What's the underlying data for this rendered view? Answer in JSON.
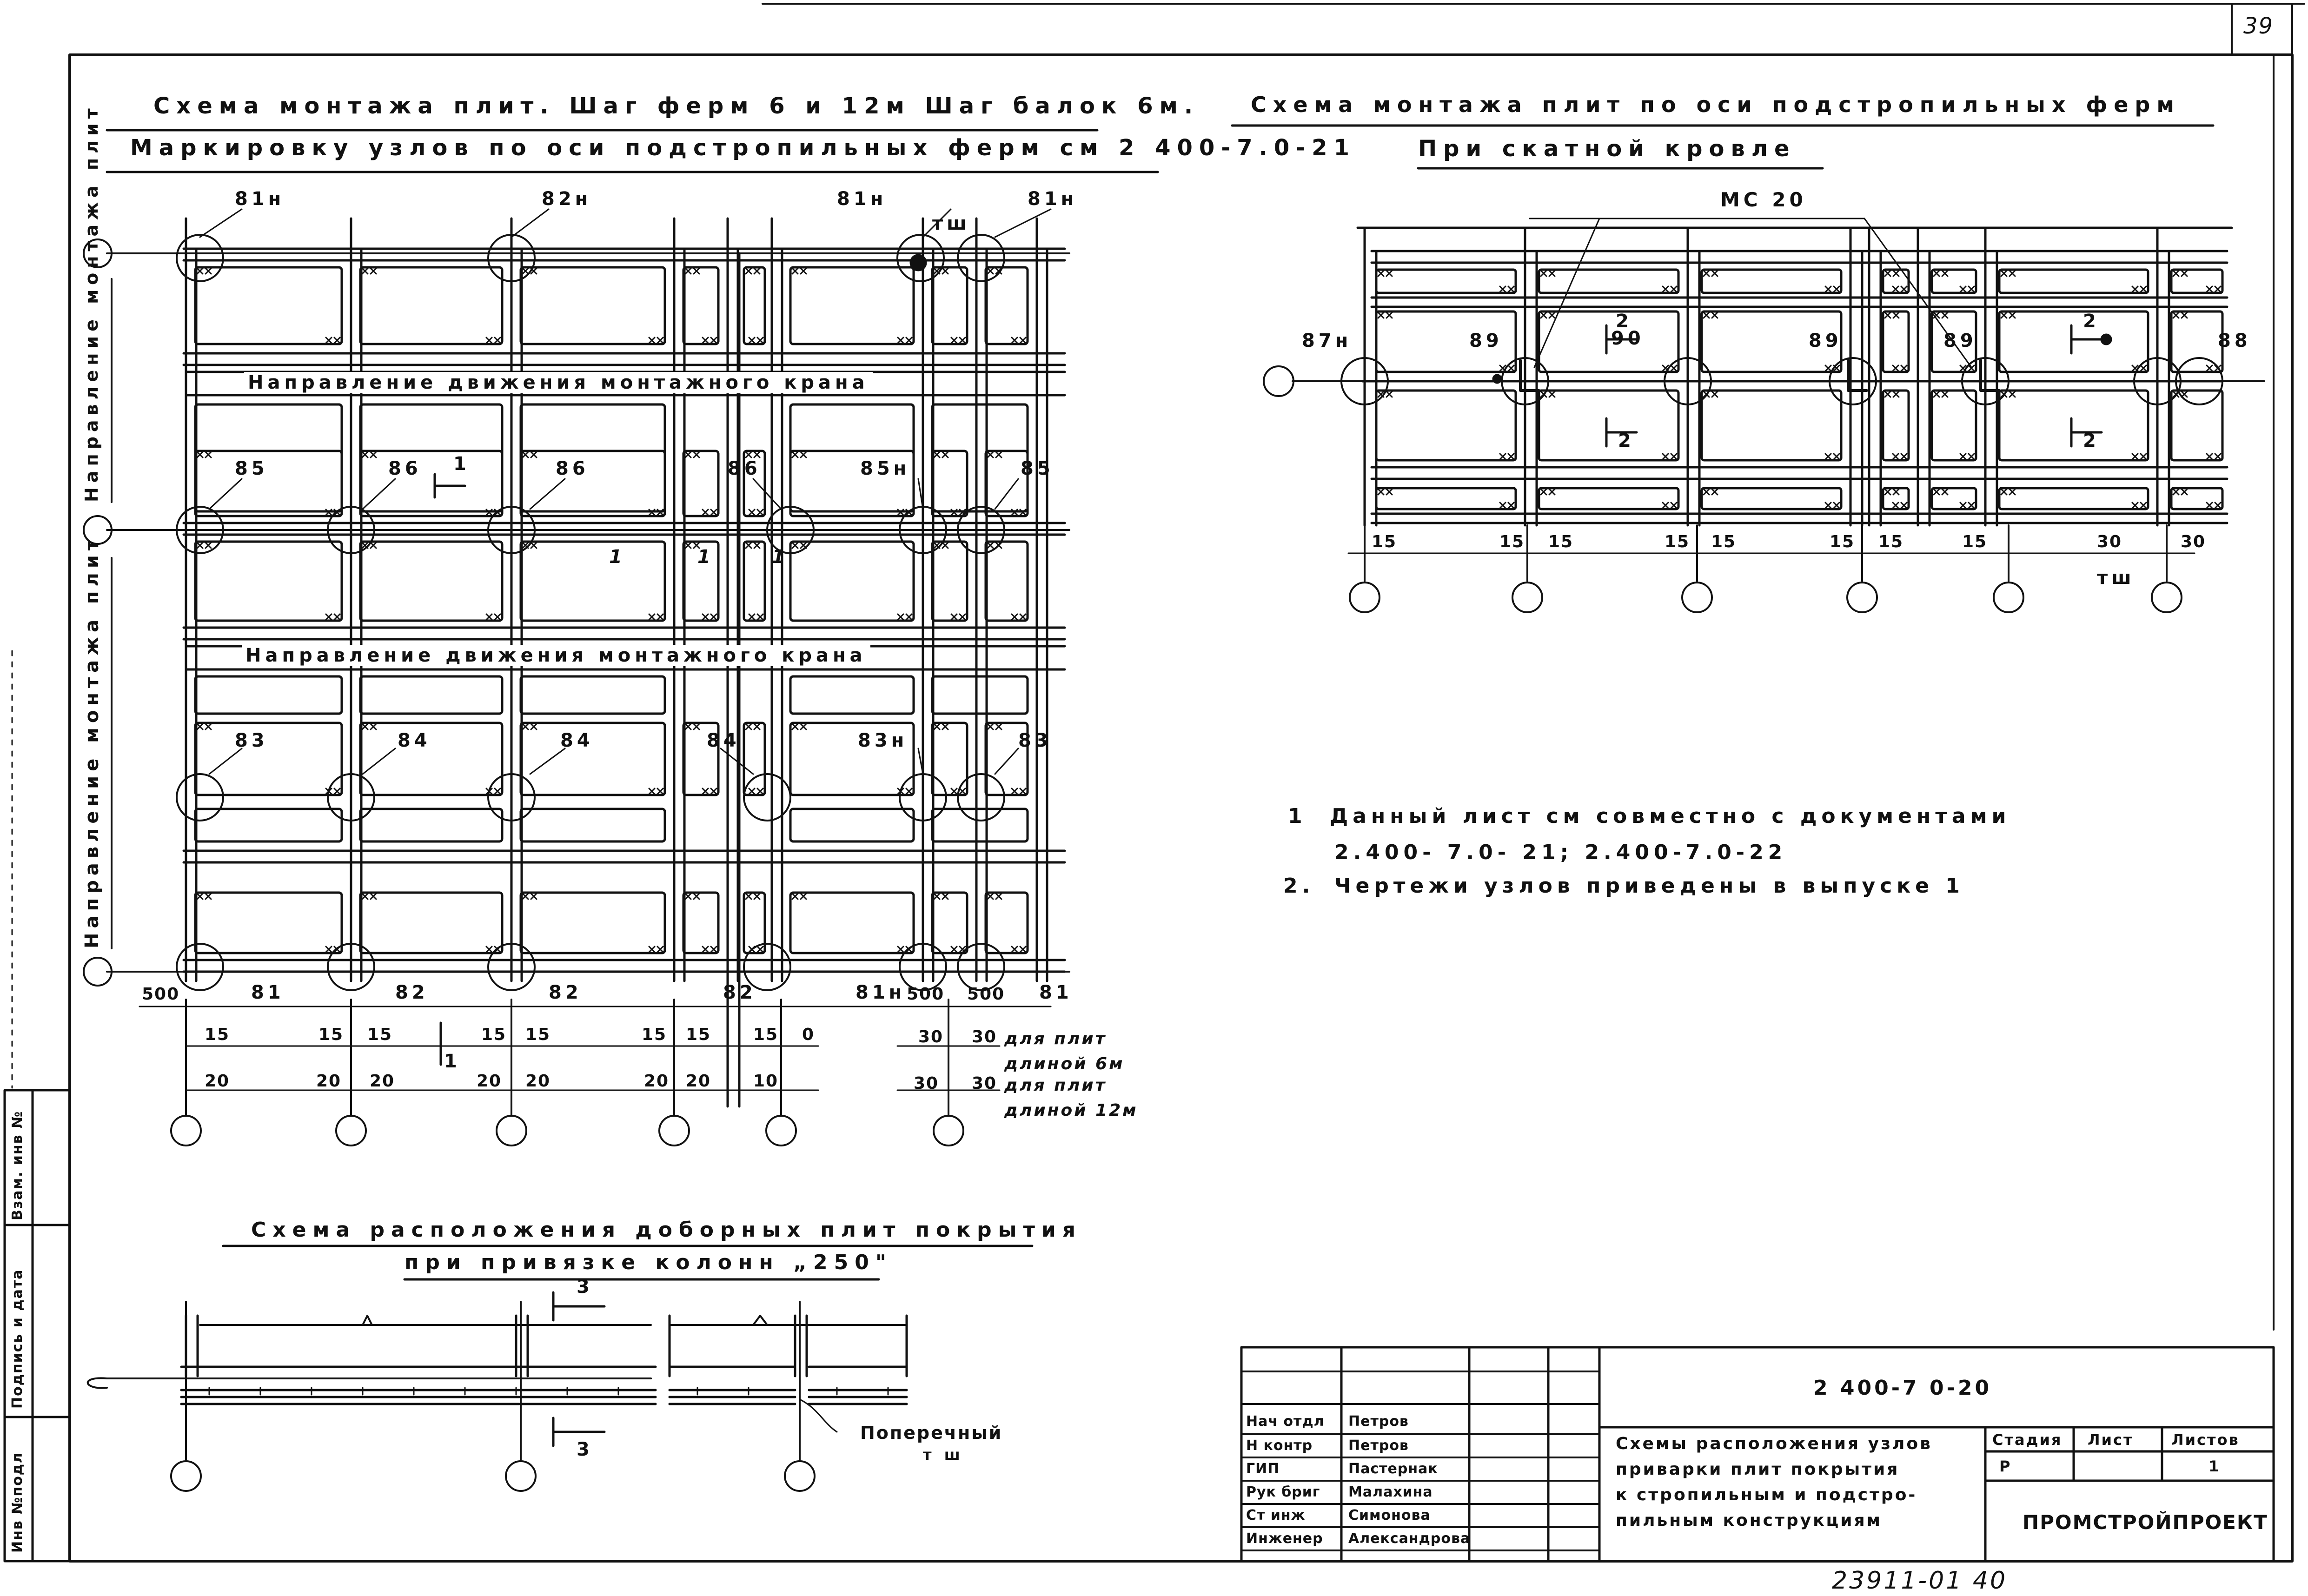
{
  "page_number": "39",
  "left_scheme": {
    "title_line1": "Схема монтажа плит. Шаг ферм 6 и 12м Шаг балок 6м.",
    "title_line2": "Маркировку узлов по оси подстропильных ферм см 2 400-7.0-21",
    "crane_direction": "Направление движения монтажного крана",
    "mount_direction_top": "Направление монтажа плит",
    "mount_direction_bottom": "Направление монтажа плит",
    "row1_nodes": [
      "81н",
      "82н",
      "81н",
      "81н"
    ],
    "tsh": "тш",
    "row2_nodes": [
      "85",
      "86",
      "86",
      "86",
      "85н",
      "85"
    ],
    "row3_nodes": [
      "83",
      "84",
      "84",
      "84",
      "83н",
      "83"
    ],
    "row4_nodes": [
      "81",
      "82",
      "82",
      "82",
      "81н",
      "81"
    ],
    "section_mark": "1",
    "inner_marks": [
      "1",
      "1",
      "1"
    ],
    "dim_500_a": "500",
    "dim_500_b": "500",
    "dim_500_c": "500",
    "dims_15": [
      "15",
      "15",
      "15",
      "15",
      "15",
      "15",
      "15",
      "15",
      "0"
    ],
    "dims_20": [
      "20",
      "20",
      "20",
      "20",
      "20",
      "20",
      "20",
      "10"
    ],
    "dim_30_a": "30",
    "dim_30_b": "30",
    "dim_30_c": "30",
    "dim_30_d": "30",
    "note_6m": "для плит длиной 6м",
    "note_12m": "для плит длиной 12м"
  },
  "right_scheme": {
    "title_line1": "Схема монтажа плит по оси подстропильных ферм",
    "title_line2": "При скатной кровле",
    "mc_label": "МС 20",
    "nodes": [
      "87н",
      "89",
      "89",
      "89",
      "88"
    ],
    "section_2a": "2",
    "section_90": "90",
    "section_2b": "2",
    "section_2c": "2",
    "section_2d": "2",
    "dims": [
      "15",
      "15",
      "15",
      "15",
      "15",
      "15",
      "15",
      "15",
      "30",
      "30"
    ],
    "tsh": "тш"
  },
  "notes": {
    "n1_num": "1",
    "n1_text": "Данный лист см совместно с документами",
    "n1_refs": "2.400- 7.0- 21; 2.400-7.0-22",
    "n2_num": "2.",
    "n2_text": "Чертежи узлов приведены в выпуске 1"
  },
  "bottom_scheme": {
    "title_line1": "Схема расположения доборных плит покрытия",
    "title_line2": "при привязке колонн „250\"",
    "section_3_top": "3",
    "section_3_bottom": "3",
    "cross_label_1": "Поперечный",
    "cross_label_2": "т ш"
  },
  "side_stamp": {
    "inv_podl": "Инв №подл",
    "podpis_data": "Подпись и дата",
    "vzam_inv": "Взам. инв №"
  },
  "title_block": {
    "code": "2 400-7 0-20",
    "roles": [
      "Нач отдл",
      "Н контр",
      "ГИП",
      "Рук бриг",
      "Ст инж",
      "Инженер"
    ],
    "names": [
      "Петров",
      "Петров",
      "Пастернак",
      "Малахина",
      "Симонова",
      "Александрова"
    ],
    "description_lines": [
      "Схемы расположения узлов",
      "приварки плит покрытия",
      "к стропильным и подстро-",
      "пильным конструкциям"
    ],
    "stage_header": "Стадия",
    "sheet_header": "Лист",
    "sheets_header": "Листов",
    "stage": "Р",
    "sheets": "1",
    "organization": "ПРОМСТРОЙПРОЕКТ"
  },
  "footer_number": "23911-01   40"
}
